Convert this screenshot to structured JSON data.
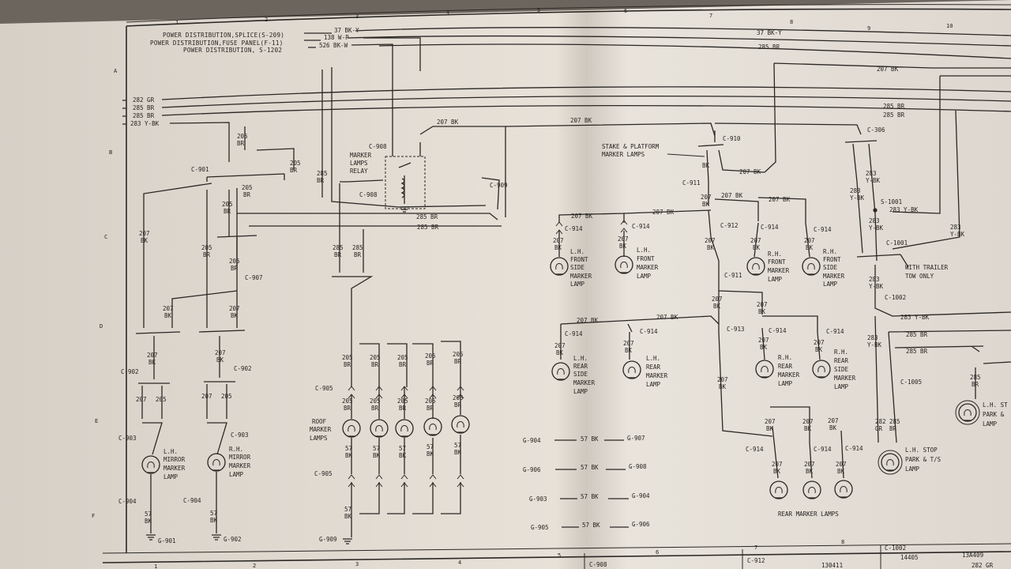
{
  "columns": [
    "1",
    "2",
    "3",
    "4",
    "5",
    "6",
    "7",
    "8",
    "9",
    "10"
  ],
  "rows": [
    "A",
    "B",
    "C",
    "D",
    "E",
    "F"
  ],
  "bottom_columns": [
    "1",
    "2",
    "3",
    "4",
    "5",
    "6",
    "7",
    "8"
  ],
  "header_sources": [
    {
      "name": "POWER DISTRIBUTION,SPLICE(S-209)",
      "wire": "37 BK-Y"
    },
    {
      "name": "POWER DISTRIBUTION,FUSE PANEL(F-11)",
      "wire": "138 W-P"
    },
    {
      "name": "POWER DISTRIBUTION, S-1202",
      "wire": "526 BK-W"
    }
  ],
  "left_bus": [
    "282 GR",
    "285 BR",
    "285 BR",
    "283 Y-BK"
  ],
  "right_bus": {
    "top": "37 BK-Y",
    "second": "285 BR",
    "third": "207 BK",
    "fourth": "285 BR",
    "fifth": "285 BR"
  },
  "relay": {
    "title": [
      "MARKER",
      "LAMPS",
      "RELAY"
    ],
    "top_conn": "C-908",
    "bottom_conn": "C-908"
  },
  "connectors": {
    "c901": "C-901",
    "c907": "C-907",
    "c909": "C-909",
    "c910": "C-910",
    "c911": "C-911",
    "c911b": "C-911",
    "c912": "C-912",
    "c913": "C-913",
    "c306": "C-306",
    "c1001": "C-1001",
    "s1001": "S-1001",
    "c1002": "C-1002",
    "c1005": "C-1005",
    "c902l": "C-902",
    "c902r": "C-902",
    "c903l": "C-903",
    "c903r": "C-903",
    "c904l": "C-904",
    "c904r": "C-904",
    "c905a": "C-905",
    "c905b": "C-905",
    "c914": "C-914"
  },
  "wire_labels": {
    "w207": "207 BK",
    "w205": "205 BR",
    "w57": "57 BK",
    "w285": "285 BR",
    "w283": "283 Y-BK",
    "w207s": "207",
    "bk": "BK",
    "w205s": "205",
    "br": "BR",
    "w283s": "283",
    "ybk": "Y-BK",
    "w57s": "57",
    "w282": "282",
    "gr": "GR",
    "w285s": "285"
  },
  "notes": {
    "stake": [
      "STAKE & PLATFORM",
      "MARKER LAMPS"
    ],
    "trailer": [
      "WITH TRAILER",
      "TOW ONLY"
    ],
    "roof": [
      "ROOF",
      "MARKER",
      "LAMPS"
    ],
    "rear": "REAR MARKER LAMPS"
  },
  "lamps": {
    "lh_mirror": [
      "L.H.",
      "MIRROR",
      "MARKER",
      "LAMP"
    ],
    "rh_mirror": [
      "R.H.",
      "MIRROR",
      "MARKER",
      "LAMP"
    ],
    "lh_front_side": [
      "L.H.",
      "FRONT",
      "SIDE",
      "MARKER",
      "LAMP"
    ],
    "lh_front": [
      "L.H.",
      "FRONT",
      "MARKER",
      "LAMP"
    ],
    "rh_front": [
      "R.H.",
      "FRONT",
      "MARKER",
      "LAMP"
    ],
    "rh_front_side": [
      "R.H.",
      "FRONT",
      "SIDE",
      "MARKER",
      "LAMP"
    ],
    "lh_rear_side": [
      "L.H.",
      "REAR",
      "SIDE",
      "MARKER",
      "LAMP"
    ],
    "lh_rear": [
      "L.H.",
      "REAR",
      "MARKER",
      "LAMP"
    ],
    "rh_rear": [
      "R.H.",
      "REAR",
      "MARKER",
      "LAMP"
    ],
    "rh_rear_side": [
      "R.H.",
      "REAR",
      "SIDE",
      "MARKER",
      "LAMP"
    ],
    "lh_stop": [
      "L.H. STOP",
      "PARK & T/S",
      "LAMP"
    ],
    "lh_st_edge": [
      "L.H. ST",
      "PARK &",
      "LAMP"
    ]
  },
  "grounds": {
    "g901": "G-901",
    "g902": "G-902",
    "g909": "G-909",
    "pairs": [
      {
        "a": "G-904",
        "b": "G-907",
        "wire": "57 BK"
      },
      {
        "a": "G-906",
        "b": "G-908",
        "wire": "57 BK"
      },
      {
        "a": "G-903",
        "b": "G-904",
        "wire": "57 BK"
      },
      {
        "a": "G-905",
        "b": "G-906",
        "wire": "57 BK"
      }
    ]
  },
  "footer": {
    "c908": "C-908",
    "c912": "C-912",
    "c1002": "C-1002",
    "n14405": "14405",
    "n13a409": "13A409",
    "n130411": "130411",
    "w282": "282 GR"
  }
}
